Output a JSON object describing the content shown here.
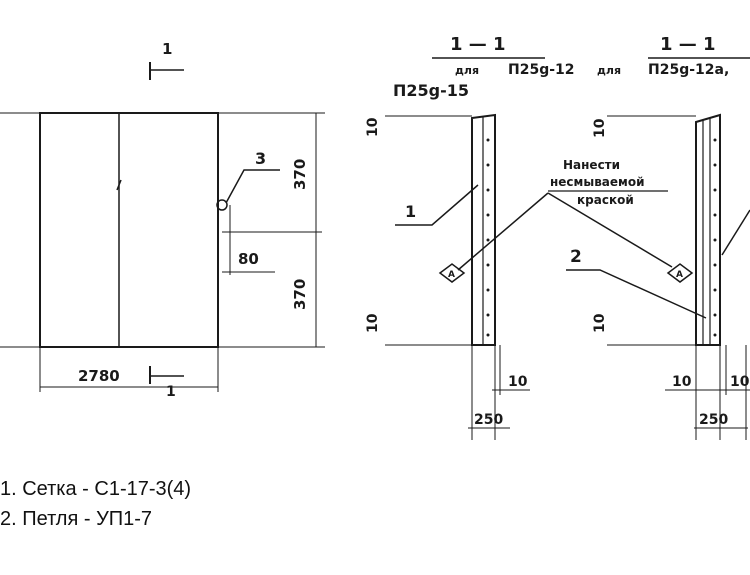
{
  "plan_view": {
    "section_mark": "1",
    "section_mark_bottom": "1",
    "item_mark": "3",
    "dim_upper": "370",
    "dim_lower": "370",
    "dim_loop": "80",
    "dim_width": "2780"
  },
  "section_a": {
    "title_num": "1 — 1",
    "title_for": "для",
    "title_code": "П25g-12",
    "subtitle": "П25g-15",
    "dim_top": "10",
    "dim_bottom": "10",
    "dim_side": "10",
    "dim_total": "250",
    "callout": "1"
  },
  "section_b": {
    "title_num": "1 — 1",
    "title_for": "для",
    "title_code": "П25g-12a,",
    "dim_top": "10",
    "dim_bottom": "10",
    "dim_side_left": "10",
    "dim_side_right": "10",
    "dim_total": "250",
    "callout": "2"
  },
  "note": {
    "line1": "Нанести",
    "line2": "несмываемой",
    "line3": "краской",
    "marker": "A"
  },
  "legend": {
    "item1": "1. Сетка - С1-17-3(4)",
    "item2": "2. Петля - УП1-7"
  }
}
